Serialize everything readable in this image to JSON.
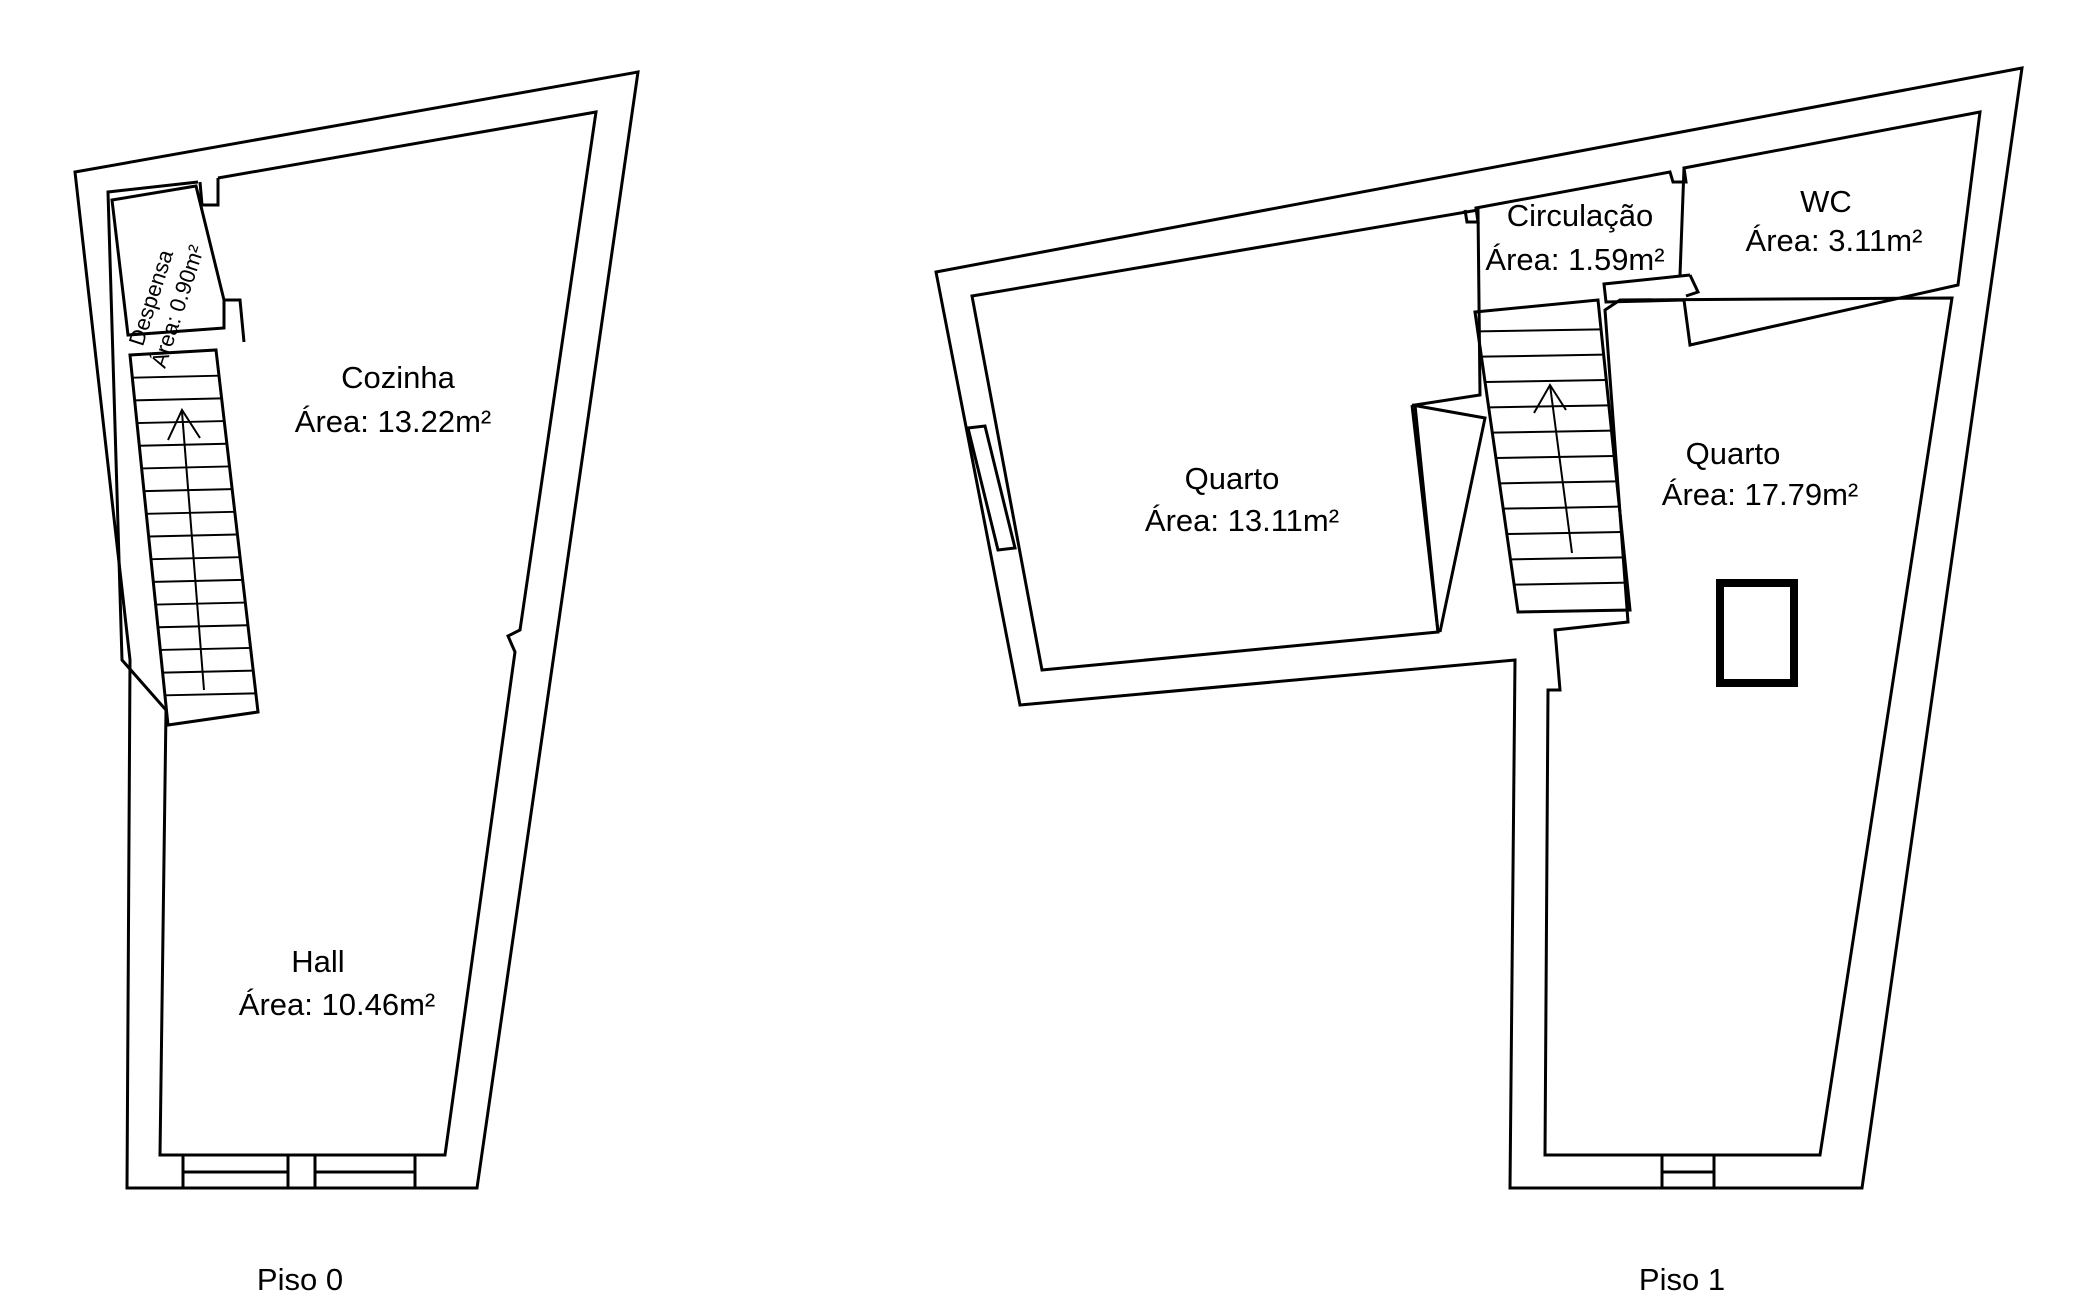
{
  "floors": [
    {
      "name": "Piso 0",
      "rooms": [
        {
          "name": "Despensa",
          "area": "Área: 0.90m²"
        },
        {
          "name": "Cozinha",
          "area": "Área: 13.22m²"
        },
        {
          "name": "Hall",
          "area": "Área: 10.46m²"
        }
      ]
    },
    {
      "name": "Piso 1",
      "rooms": [
        {
          "name": "Circulação",
          "area": "Área: 1.59m²"
        },
        {
          "name": "WC",
          "area": "Área: 3.11m²"
        },
        {
          "name": "Quarto",
          "area": "Área: 13.11m²"
        },
        {
          "name": "Quarto",
          "area": "Área: 17.79m²"
        }
      ]
    }
  ]
}
